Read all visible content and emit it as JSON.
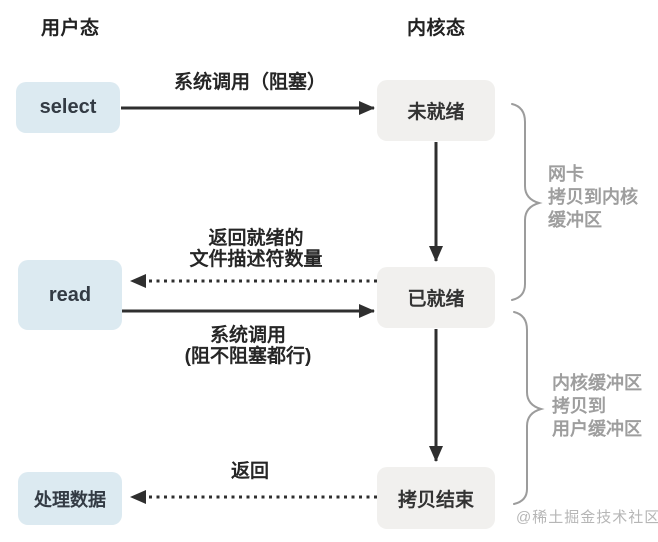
{
  "headers": {
    "left": "用户态",
    "right": "内核态"
  },
  "nodes": {
    "select": {
      "label": "select"
    },
    "not_ready": {
      "label": "未就绪"
    },
    "read": {
      "label": "read"
    },
    "ready": {
      "label": "已就绪"
    },
    "process_data": {
      "label": "处理数据"
    },
    "copy_done": {
      "label": "拷贝结束"
    }
  },
  "edges": {
    "syscall_blocking": {
      "label": "系统调用（阻塞）"
    },
    "return_ready_fds": {
      "line1": "返回就绪的",
      "line2": "文件描述符数量"
    },
    "syscall_nonblocking": {
      "line1": "系统调用",
      "line2": "(阻不阻塞都行)"
    },
    "return_copy": {
      "label": "返回"
    }
  },
  "braces": {
    "nic_to_kernel": {
      "lines": [
        "网卡",
        "拷贝到内核",
        "缓冲区"
      ]
    },
    "kernel_to_user": {
      "lines": [
        "内核缓冲区",
        "拷贝到",
        "用户缓冲区"
      ]
    }
  },
  "watermark": "@稀土掘金技术社区",
  "colors": {
    "user_node_bg": "#dceaf1",
    "kernel_node_bg": "#f1f0ee",
    "node_text": "#333b44",
    "label_text": "#262626",
    "arrow": "#2f2f2f",
    "brace": "#9c9c9c",
    "brace_label": "#9e9e9e",
    "watermark": "#b6b6b6"
  }
}
